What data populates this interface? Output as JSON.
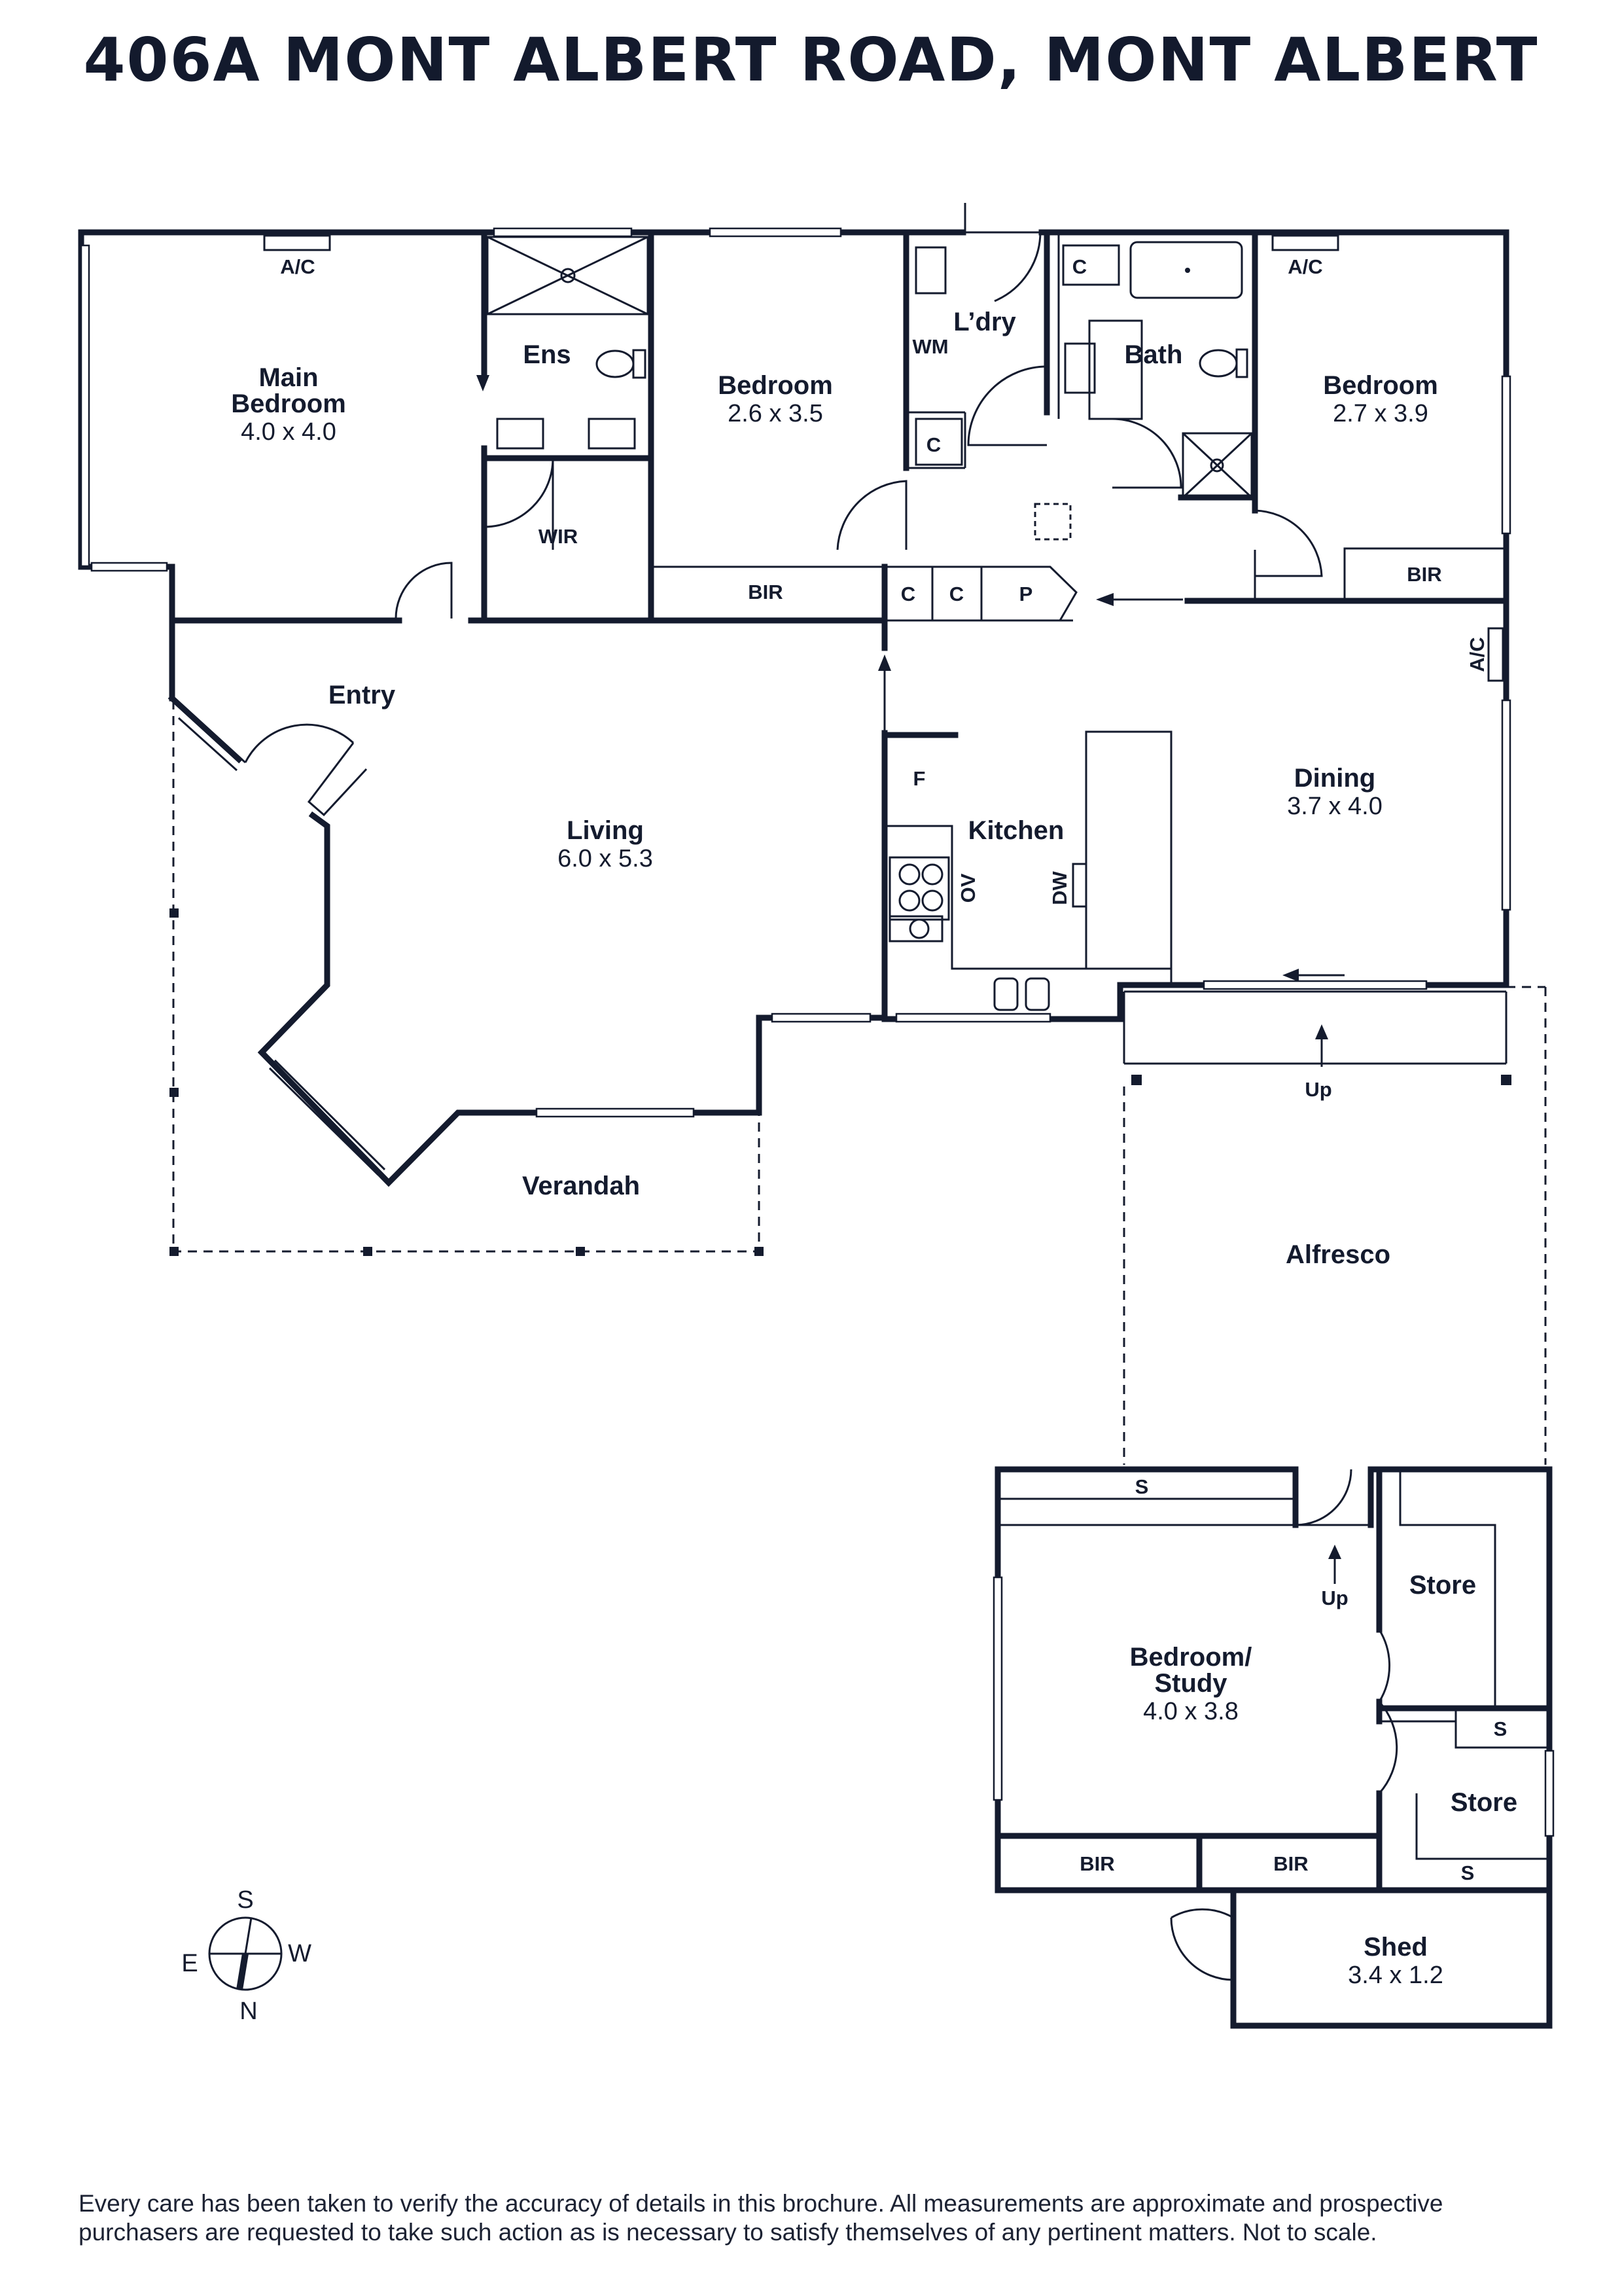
{
  "title": "406A MONT ALBERT ROAD, MONT ALBERT",
  "rooms": {
    "main_bedroom": {
      "name_line1": "Main",
      "name_line2": "Bedroom",
      "dims": "4.0 x 4.0"
    },
    "ensuite": {
      "name": "Ens"
    },
    "wir": {
      "name": "WIR"
    },
    "bedroom2": {
      "name": "Bedroom",
      "dims": "2.6 x 3.5"
    },
    "laundry": {
      "name": "L’dry"
    },
    "bath": {
      "name": "Bath"
    },
    "bedroom3": {
      "name": "Bedroom",
      "dims": "2.7 x 3.9"
    },
    "entry": {
      "name": "Entry"
    },
    "living": {
      "name": "Living",
      "dims": "6.0 x 5.3"
    },
    "kitchen": {
      "name": "Kitchen"
    },
    "dining": {
      "name": "Dining",
      "dims": "3.7 x 4.0"
    },
    "verandah": {
      "name": "Verandah"
    },
    "alfresco": {
      "name": "Alfresco"
    },
    "studio": {
      "name_line1": "Bedroom/",
      "name_line2": "Study",
      "dims": "4.0 x 3.8"
    },
    "store1": {
      "name": "Store"
    },
    "store2": {
      "name": "Store"
    },
    "shed": {
      "name": "Shed",
      "dims": "3.4 x 1.2"
    }
  },
  "labels": {
    "ac": "A/C",
    "bir": "BIR",
    "cupboard": "C",
    "pantry": "P",
    "washing_machine": "WM",
    "fridge": "F",
    "oven": "OV",
    "dishwasher": "DW",
    "up": "Up",
    "shelf": "S"
  },
  "compass": {
    "s": "S",
    "w": "W",
    "e": "E",
    "n": "N"
  },
  "disclaimer": {
    "line1": "Every care has been taken to verify the accuracy of details in this brochure. All measurements are approximate and prospective",
    "line2": "purchasers are requested to take such action as is necessary to satisfy themselves of any pertinent matters. Not to scale."
  }
}
